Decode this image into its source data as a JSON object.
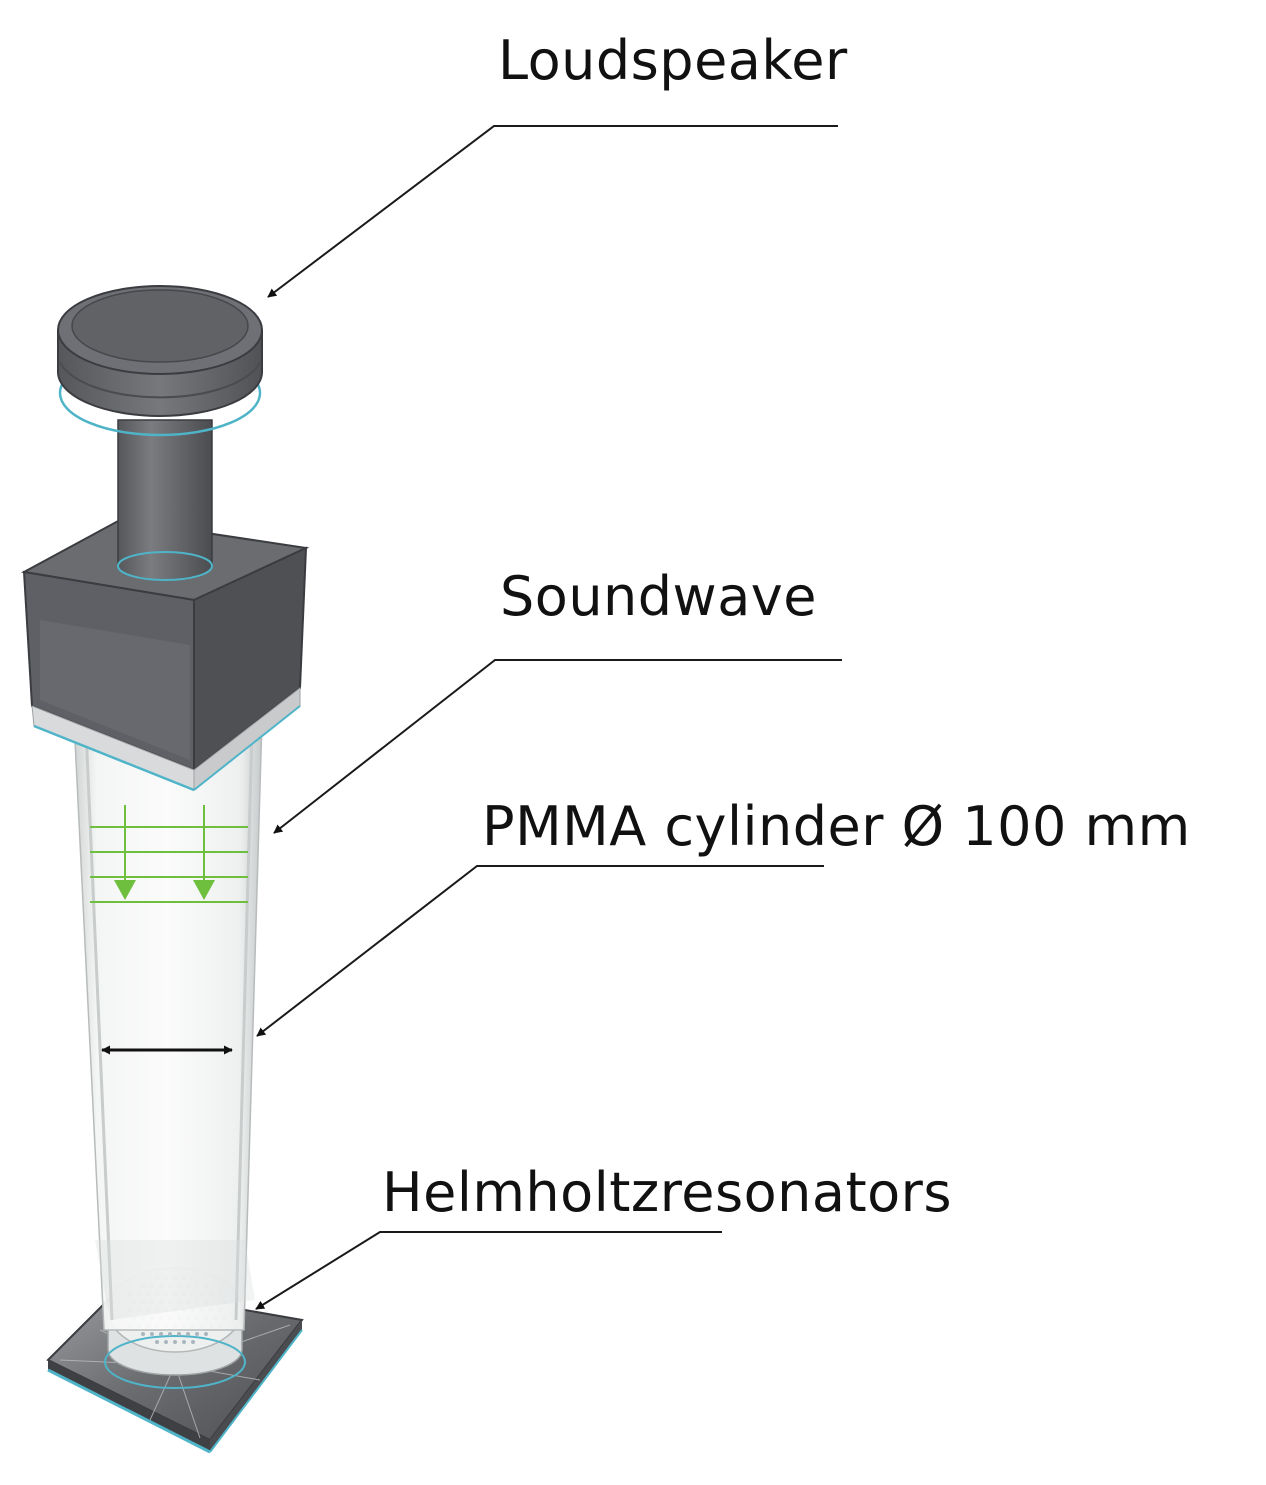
{
  "labels": {
    "loudspeaker": "Loudspeaker",
    "soundwave": "Soundwave",
    "pmma_cylinder": "PMMA cylinder Ø 100 mm",
    "helmholtz": "Helmholtzresonators"
  },
  "colors": {
    "housing_dark": "#5b5d62",
    "housing_mid": "#6e7075",
    "cylinder_glass": "#e6e8e8",
    "cyan_edge": "#4fb4c8",
    "wave_green": "#6fbf3f",
    "leader_line": "#1a1a1a"
  }
}
